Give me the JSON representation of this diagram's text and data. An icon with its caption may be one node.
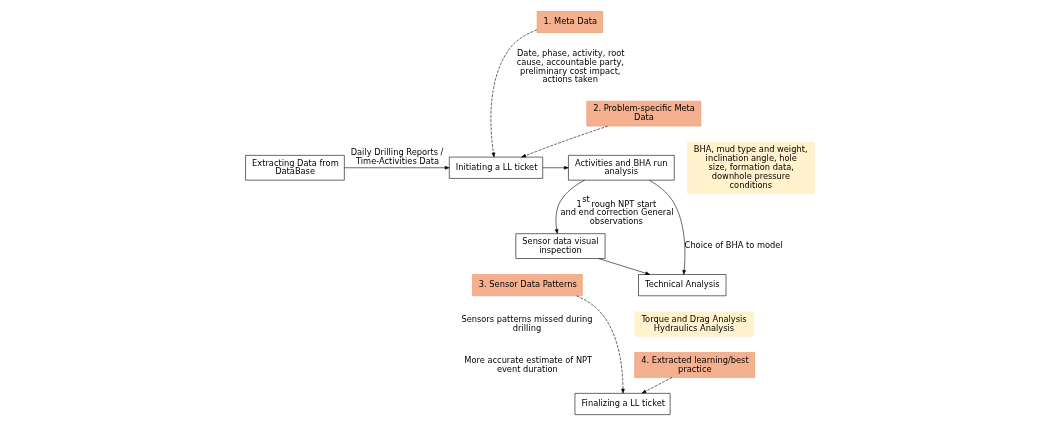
{
  "diagram": {
    "nodes": [
      {
        "text": [
          "Extracting Data from DataBase"
        ]
      },
      {
        "text": [
          "Initiating a LL ticket"
        ]
      },
      {
        "text": [
          "Activities and BHA run analysis"
        ]
      },
      {
        "text": [
          "1. Meta Data"
        ],
        "beside": [
          "Date, phase, activity, root cause, accountable party, preliminary cost impact, actions taken"
        ]
      },
      {
        "text": [
          "2. Problem-specific Meta Data"
        ]
      },
      {
        "text": [
          "BHA, mud type and weight, inclination angle, hole size, formation data, downhole pressure conditions"
        ]
      },
      {
        "text": [
          "Sensor data visual inspection"
        ]
      },
      {
        "text": [
          "Technical Analysis"
        ]
      },
      {
        "text": [
          "Torque and Drag Analysis",
          "Hydraulics Analysis"
        ]
      },
      {
        "text": [
          "3. Sensor Data Patterns"
        ],
        "beside": [
          "Sensors patterns missed during drilling",
          "More accurate estimate of NPT event duration"
        ]
      },
      {
        "text": [
          "4. Extracted learning/best practice"
        ]
      },
      {
        "text": [
          "Finalizing a LL ticket"
        ]
      }
    ],
    "edges": [
      {
        "from": 0,
        "to": 1,
        "arrow": "to",
        "label": "Daily Drilling Reports / Time-Activities Data"
      },
      {
        "from": 1,
        "to": 2,
        "arrow": "to"
      },
      {
        "from": 2,
        "to": 6,
        "arrow": "to",
        "label": "1$^{st}$ rough NPT start and end correction General observations"
      },
      {
        "from": 2,
        "to": 7,
        "arrow": "to",
        "label": "Choice of BHA to model"
      },
      {
        "from": 6,
        "to": 7,
        "arrow": "to"
      },
      {
        "from": 3,
        "to": 1,
        "arrow": "to",
        "style": "dashed"
      },
      {
        "from": 4,
        "to": 1,
        "arrow": "to",
        "style": "dashed"
      },
      {
        "from": 9,
        "to": 11,
        "arrow": "to",
        "style": "dashed"
      },
      {
        "from": 10,
        "to": 11,
        "arrow": "to",
        "style": "dashed"
      }
    ]
  }
}
